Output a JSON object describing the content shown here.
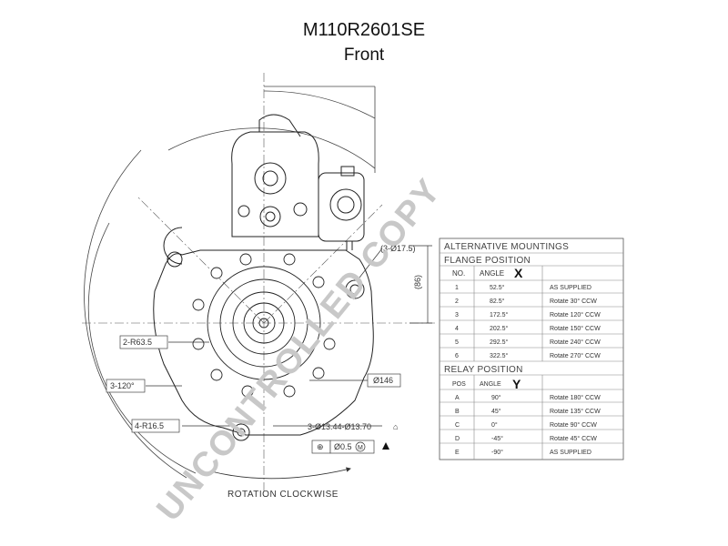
{
  "header": {
    "part_number": "M110R2601SE",
    "view": "Front"
  },
  "dimensions": {
    "bolt_pattern": "2-R63.5",
    "angle": "3-120°",
    "radius": "4-R16.5",
    "hole": "3-Ø13.44-Ø13.70",
    "tolerance": "Ø0.5",
    "tolerance_modifier": "M",
    "flange_dia": "Ø146",
    "relay_offset": "(86)",
    "thread": "(3-Ø17.5)",
    "rotation": "ROTATION CLOCKWISE"
  },
  "table": {
    "title": "ALTERNATIVE MOUNTINGS",
    "flange": {
      "heading": "FLANGE POSITION",
      "col_no": "NO.",
      "col_angle": "ANGLE",
      "marker": "X",
      "rows": [
        {
          "no": "1",
          "angle": "52.5°",
          "note": "AS SUPPLIED"
        },
        {
          "no": "2",
          "angle": "82.5°",
          "note": "Rotate 30° CCW"
        },
        {
          "no": "3",
          "angle": "172.5°",
          "note": "Rotate 120° CCW"
        },
        {
          "no": "4",
          "angle": "202.5°",
          "note": "Rotate 150° CCW"
        },
        {
          "no": "5",
          "angle": "292.5°",
          "note": "Rotate 240° CCW"
        },
        {
          "no": "6",
          "angle": "322.5°",
          "note": "Rotate 270° CCW"
        }
      ]
    },
    "relay": {
      "heading": "RELAY POSITION",
      "col_pos": "POS",
      "col_angle": "ANGLE",
      "marker": "Y",
      "rows": [
        {
          "pos": "A",
          "angle": "90°",
          "note": "Rotate 180° CCW"
        },
        {
          "pos": "B",
          "angle": "45°",
          "note": "Rotate 135° CCW"
        },
        {
          "pos": "C",
          "angle": "0°",
          "note": "Rotate 90° CCW"
        },
        {
          "pos": "D",
          "angle": "-45°",
          "note": "Rotate 45° CCW"
        },
        {
          "pos": "E",
          "angle": "-90°",
          "note": "AS SUPPLIED"
        }
      ]
    }
  },
  "watermark": "UNCONTROLLED COPY"
}
